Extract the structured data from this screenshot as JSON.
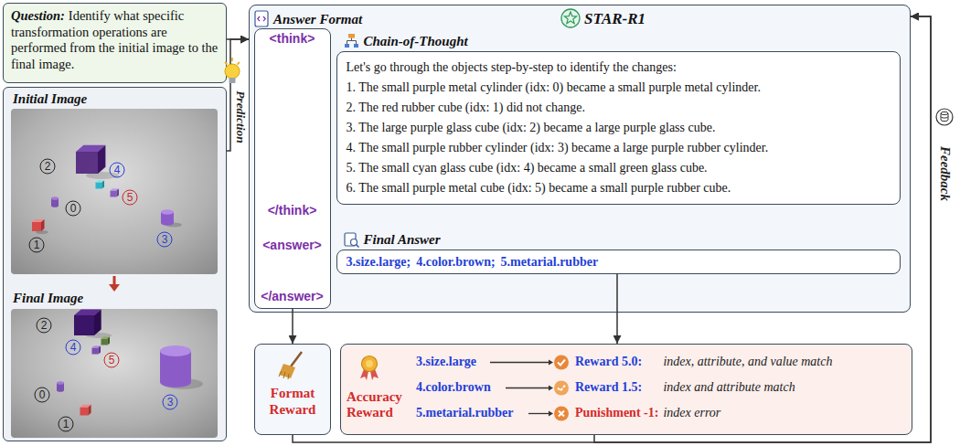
{
  "diagram": {
    "nodes": [
      {
        "text": [
          "Question:",
          "Identify what specific transformation operations are performed from the initial image to the final image."
        ]
      },
      {
        "text": [
          "Initial Image",
          "Final Image"
        ]
      },
      {
        "text": [
          "Answer Format",
          "STAR-R1"
        ]
      },
      {
        "text": [
          "<think>",
          "</think>",
          "<answer>",
          "</answer>"
        ],
        "in": 2
      },
      {
        "text": [
          "Chain-of-Thought",
          "Let's go through the objects step-by-step to identify the changes:",
          "1. The small purple metal cylinder (idx: 0) became a small purple metal cylinder.",
          "2. The red rubber cube (idx: 1) did not change.",
          "3. The large purple glass cube (idx: 2) became a large purple glass cube.",
          "4. The small purple rubber cylinder (idx: 3) became a large purple rubber cylinder.",
          "5. The small cyan glass cube (idx: 4) became a small green glass cube.",
          "6. The small purple metal cube (idx: 5) became a small purple rubber cube."
        ],
        "in": 2
      },
      {
        "text": [
          "Final Answer",
          "3.size.large;",
          "4.color.brown;",
          "5.metarial.rubber"
        ],
        "in": 2
      },
      {
        "text": [
          "Format Reward"
        ]
      },
      {
        "text": [
          "Accuracy Reward",
          "3.size.large",
          "Reward 5.0:",
          "index, attribute, and value match",
          "4.color.brown",
          "Reward 1.5:",
          "index and attribute match",
          "5.metarial.rubber",
          "Punishment -1:",
          "index error"
        ]
      }
    ],
    "edges": [
      {
        "from": 0,
        "to": 2,
        "arrow": "to"
      },
      {
        "from": 1,
        "to": 2,
        "arrow": "to"
      },
      {
        "from": 3,
        "to": 6,
        "arrow": "to"
      },
      {
        "from": 5,
        "to": 7,
        "arrow": "to"
      },
      {
        "from": 6,
        "to": 2,
        "arrow": "to"
      },
      {
        "from": 7,
        "to": 2,
        "arrow": "to"
      }
    ],
    "labels": [
      "Prediction",
      "2",
      "4",
      "5",
      "0",
      "3",
      "1",
      "2",
      "4",
      "5",
      "0",
      "3",
      "1",
      "Feedback"
    ]
  }
}
